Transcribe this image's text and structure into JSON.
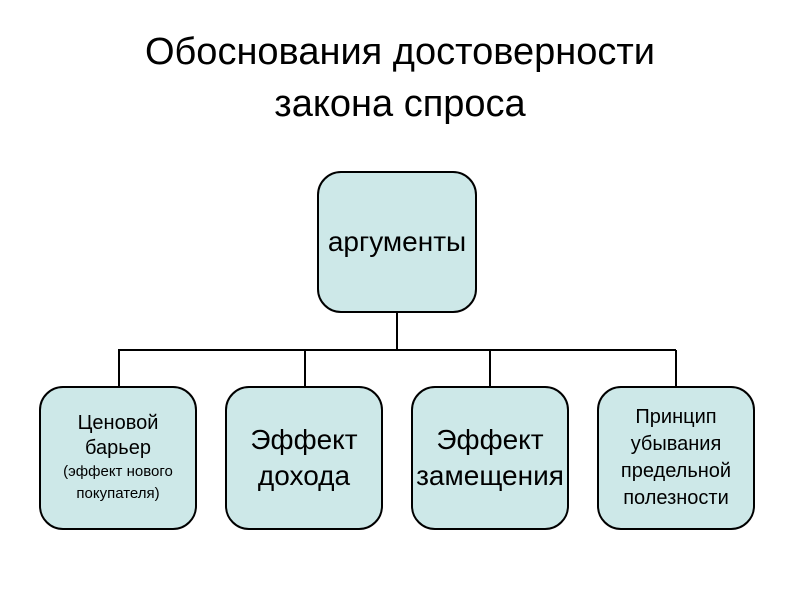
{
  "slide": {
    "title_line1": "Обоснования достоверности",
    "title_line2": "закона спроса"
  },
  "colors": {
    "box_fill": "#cde8e8",
    "box_border": "#000000",
    "connector": "#000000"
  },
  "diagram": {
    "root": {
      "label": "аргументы"
    },
    "children": [
      {
        "line1": "Ценовой",
        "line2": "барьер",
        "note_line1": "(эффект нового",
        "note_line2": "покупателя)"
      },
      {
        "line1": "Эффект",
        "line2": "дохода"
      },
      {
        "line1": "Эффект",
        "line2": "замещения"
      },
      {
        "line1": "Принцип",
        "line2": "убывания",
        "line3": "предельной",
        "line4": "полезности"
      }
    ]
  }
}
